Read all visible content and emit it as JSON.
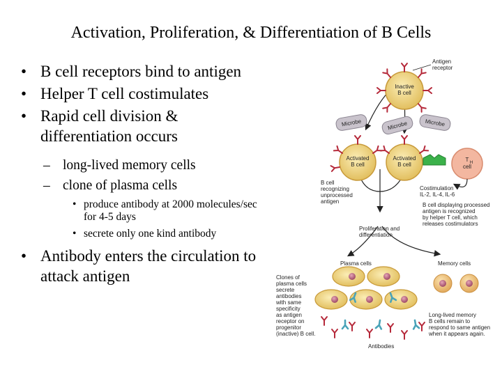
{
  "title": "Activation, Proliferation, & Differentiation of B Cells",
  "bullets": [
    "B cell receptors bind to antigen",
    "Helper T cell costimulates",
    "Rapid cell division & differentiation occurs"
  ],
  "sub_bullets": [
    "long-lived memory cells",
    "clone of plasma cells"
  ],
  "sub_sub_bullets": [
    "produce antibody at 2000 molecules/sec for 4-5 days",
    "secrete only one kind antibody"
  ],
  "last_bullet": "Antibody enters the circulation to attack antigen",
  "diagram": {
    "antigen_receptor": [
      "Antigen",
      "receptor"
    ],
    "inactive_b_cell": [
      "Inactive",
      "B cell"
    ],
    "microbe": "Microbe",
    "activated_b_cell": [
      "Activated",
      "B cell"
    ],
    "th_cell": [
      "T",
      "H",
      "cell"
    ],
    "b_cell_recognizing": [
      "B cell",
      "recognizing",
      "unprocessed",
      "antigen"
    ],
    "costimulation": [
      "Costimulation",
      "IL-2, IL-4, IL-6"
    ],
    "b_cell_displaying": [
      "B cell displaying processed",
      "antigen is recognized",
      "by helper T cell, which",
      "releases costimulators"
    ],
    "proliferation": [
      "Proliferation and",
      "differentiation"
    ],
    "plasma_cells": "Plasma cells",
    "memory_cells": "Memory cells",
    "clones": [
      "Clones of",
      "plasma cells",
      "secrete",
      "antibodies",
      "with same",
      "specificity",
      "as antigen",
      "receptor on",
      "progenitor",
      "(inactive) B cell."
    ],
    "antibodies": "Antibodies",
    "long_lived": [
      "Long-lived memory",
      "B cells remain to",
      "respond to same antigen",
      "when it appears again."
    ]
  }
}
